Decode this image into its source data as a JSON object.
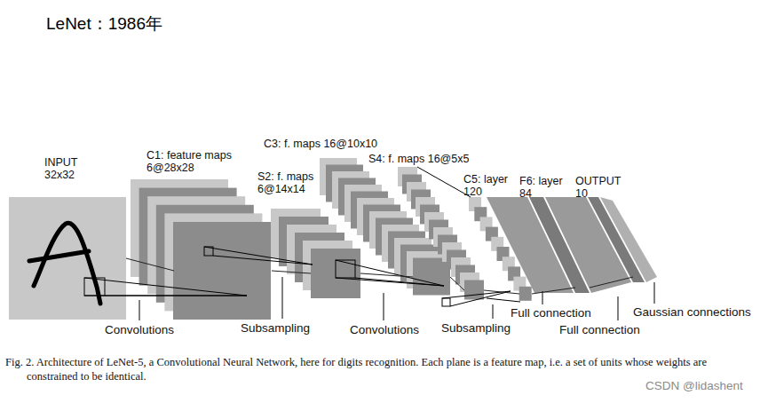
{
  "diagram": {
    "title": "LeNet：1986年",
    "caption": "Fig. 2. Architecture of LeNet-5, a Convolutional Neural Network, here for digits recognition. Each plane is a feature map, i.e. a set of units whose weights are constrained to be identical.",
    "nodes": [
      {
        "text": [
          "INPUT 32x32"
        ]
      },
      {
        "text": [
          "C1: feature maps 6@28x28"
        ]
      },
      {
        "text": [
          "S2: f. maps 6@14x14"
        ]
      },
      {
        "text": [
          "C3: f. maps 16@10x10"
        ]
      },
      {
        "text": [
          "S4: f. maps 16@5x5"
        ]
      },
      {
        "text": [
          "C5: layer 120"
        ]
      },
      {
        "text": [
          "F6: layer 84"
        ]
      },
      {
        "text": [
          "OUTPUT 10"
        ]
      }
    ],
    "edges": [
      {
        "from": 0,
        "to": 1,
        "arrow": "none"
      },
      {
        "from": 1,
        "to": 2,
        "arrow": "none"
      },
      {
        "from": 2,
        "to": 3,
        "arrow": "none"
      },
      {
        "from": 3,
        "to": 4,
        "arrow": "none"
      },
      {
        "from": 4,
        "to": 5,
        "arrow": "none"
      },
      {
        "from": 5,
        "to": 6,
        "arrow": "none"
      },
      {
        "from": 6,
        "to": 7,
        "arrow": "none"
      }
    ],
    "labels": [
      "Convolutions",
      "Subsampling",
      "Convolutions",
      "Subsampling",
      "Full connection",
      "Full connection",
      "Gaussian connections",
      "CSDN @lidashent"
    ]
  }
}
